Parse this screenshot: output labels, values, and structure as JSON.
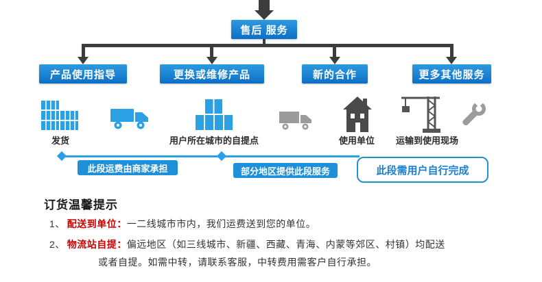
{
  "colors": {
    "box_blue": "#1484d7",
    "connector_dark": "#3c3c3c",
    "timeline_blue": "#2aa0e6",
    "icon_blue": "#2ba0e2",
    "icon_gray": "#9b9b9b",
    "icon_dark": "#4a4a4a",
    "tip_red": "#cc0000"
  },
  "flowchart": {
    "root": "售后 服务",
    "branches": [
      {
        "label": "产品使用指导"
      },
      {
        "label": "更换或维修产品"
      },
      {
        "label": "新的合作"
      },
      {
        "label": "更多其他服务"
      }
    ]
  },
  "stages": [
    {
      "label": "发货"
    },
    {
      "label": "用户所在城市的自提点"
    },
    {
      "label": "使用单位"
    },
    {
      "label": "运输到使用现场"
    }
  ],
  "segments": [
    {
      "label": "此段运费由商家承担"
    },
    {
      "label": "部分地区提供此段服务"
    },
    {
      "label": "此段需用户自行完成"
    }
  ],
  "tips": {
    "heading": "订货温馨提示",
    "items": [
      {
        "num": "1、",
        "term": "配送到单位：",
        "text": "一二线城市市内，我们运费送到您的单位。"
      },
      {
        "num": "2、",
        "term": "物流站自提：",
        "text": "偏远地区（如三线城市、新疆、西藏、青海、内蒙等郊区、村镇）均配送",
        "text_cont": "或者自提。如需中转，请联系客服，中转费用需客户自行承担。"
      }
    ]
  },
  "icons": [
    "containers-icon",
    "truck-blue-icon",
    "parcels-icon",
    "truck-gray-icon",
    "building-icon",
    "crane-icon",
    "wrench-icon"
  ]
}
